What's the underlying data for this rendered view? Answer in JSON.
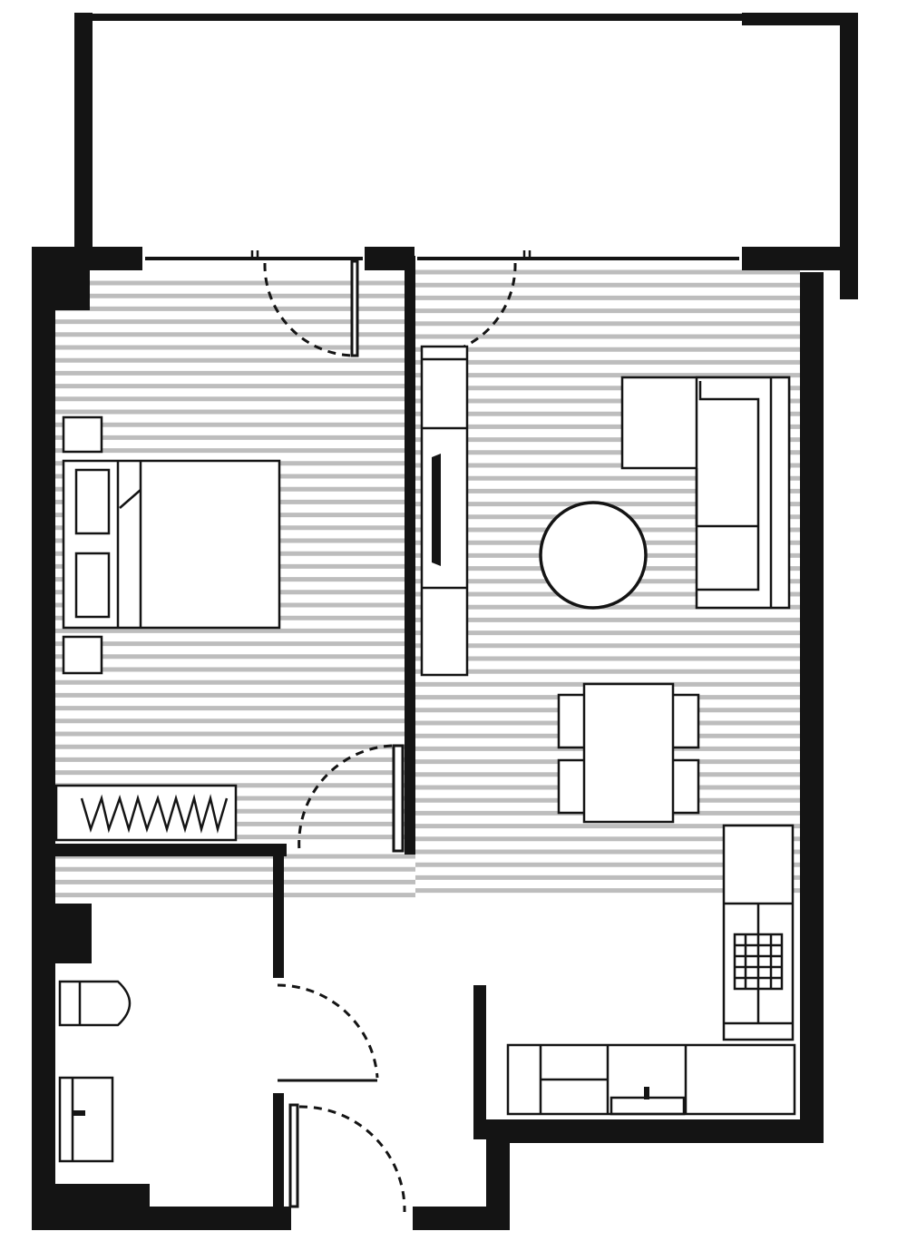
{
  "drawing": {
    "kind": "apartment floor plan",
    "colors": {
      "wall": "#141414",
      "floor_stripe": "#bdbdbd",
      "background": "#ffffff"
    },
    "rooms": [
      "balcony",
      "bedroom",
      "living-dining",
      "kitchen",
      "bathroom",
      "entry-hall"
    ],
    "furniture": [
      "double-bed",
      "nightstand",
      "wardrobe",
      "tv-unit",
      "corner-sofa",
      "round-coffee-table",
      "dining-table",
      "dining-chair",
      "fridge",
      "kitchen-counter",
      "sink",
      "toilet",
      "vanity-basin"
    ]
  }
}
